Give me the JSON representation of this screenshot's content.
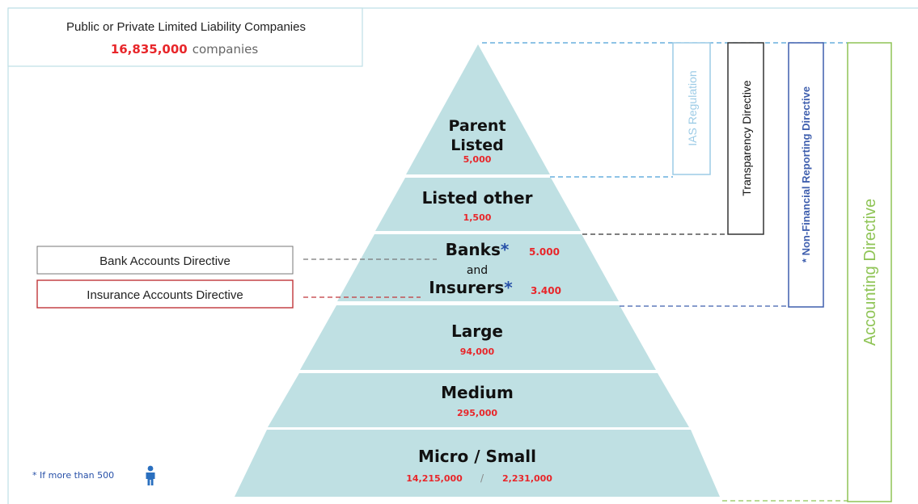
{
  "header_box": {
    "line1": "Public or Private Limited Liability Companies",
    "count": "16,835,000",
    "count_suffix": "companies"
  },
  "pyramid": {
    "parent": {
      "label_line1": "Parent",
      "label_line2": "Listed",
      "value": "5,000"
    },
    "listed_other": {
      "label": "Listed other",
      "value": "1,500"
    },
    "banks_insurers": {
      "banks_label": "Banks",
      "banks_value": "5.000",
      "and_label": "and",
      "insurers_label": "Insurers",
      "insurers_value": "3.400",
      "asterisk": "*"
    },
    "large": {
      "label": "Large",
      "value": "94,000"
    },
    "medium": {
      "label": "Medium",
      "value": "295,000"
    },
    "micro_small": {
      "label": "Micro / Small",
      "value_micro": "14,215,000",
      "separator": "/",
      "value_small": "2,231,000"
    }
  },
  "left_boxes": {
    "bank": "Bank Accounts Directive",
    "insurance": "Insurance Accounts Directive"
  },
  "right_labels": {
    "ias": "IAS Regulation",
    "transparency": "Transparency Directive",
    "non_financial": "* Non-Financial Reporting Directive",
    "accounting": "Accounting Directive"
  },
  "footnote": "* If more than 500",
  "icons": {
    "person": "person-icon"
  },
  "colors": {
    "pyramid_fill": "#bfe0e3",
    "value_red": "#e8262a",
    "asterisk_blue": "#2750a8",
    "ias_blue": "#9ccbe6",
    "dash_blue": "#4a9fd6",
    "nfr_blue": "#3f5fae",
    "accounting_green": "#8fc456",
    "insurance_red": "#c0363a",
    "frame_border": "#bfe0e6"
  }
}
